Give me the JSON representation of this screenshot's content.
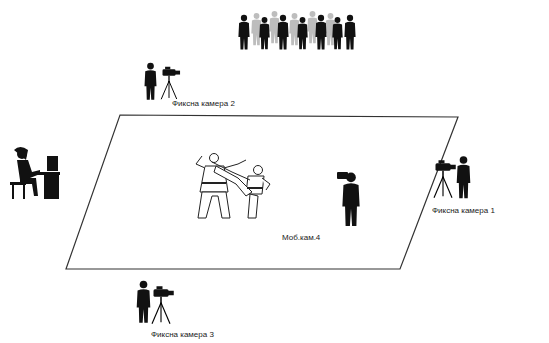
{
  "diagram": {
    "labels": [
      "Фиксна камера 2",
      "Моб.кам.4",
      "Фиксна камера 1",
      "Фиксна камера 3"
    ]
  }
}
